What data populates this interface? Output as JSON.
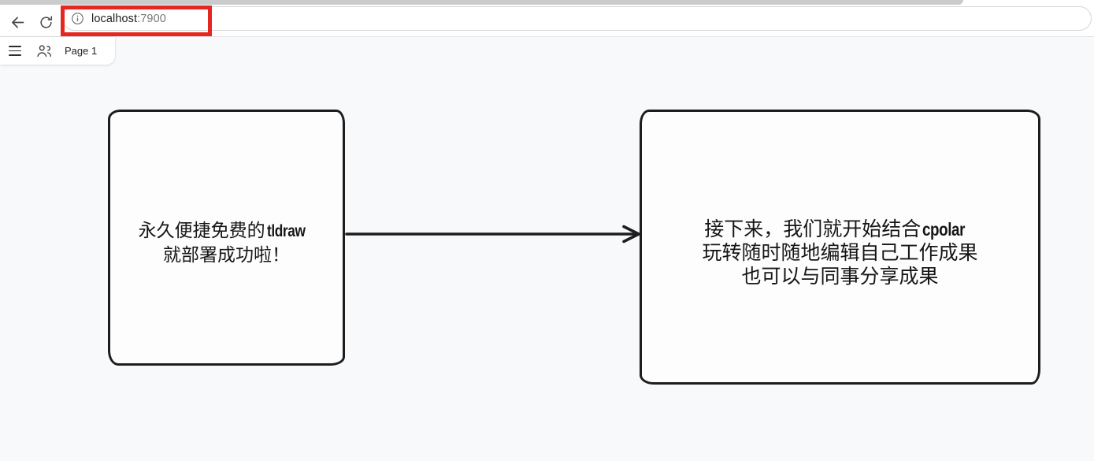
{
  "colors": {
    "highlight_red": "#e52621",
    "shape_stroke": "#1d1d1d",
    "canvas_bg": "#f8f9fa"
  },
  "browser": {
    "back_icon": "back-arrow",
    "refresh_icon": "refresh",
    "site_info_icon": "info-circle",
    "url": {
      "host": "localhost",
      "port": ":7900"
    }
  },
  "tldraw": {
    "menu_icon": "hamburger-menu",
    "people_icon": "collaborators",
    "page_tab": "Page 1",
    "boxes": {
      "left": {
        "line1_text": "永久便捷免费的",
        "line1_brand": "tldraw",
        "line2_text": "就部署成功啦！"
      },
      "right": {
        "line1_text": "接下来，我们就开始结合",
        "line1_brand": "cpolar",
        "line2_text": "玩转随时随地编辑自己工作成果",
        "line3_text": "也可以与同事分享成果"
      }
    }
  }
}
